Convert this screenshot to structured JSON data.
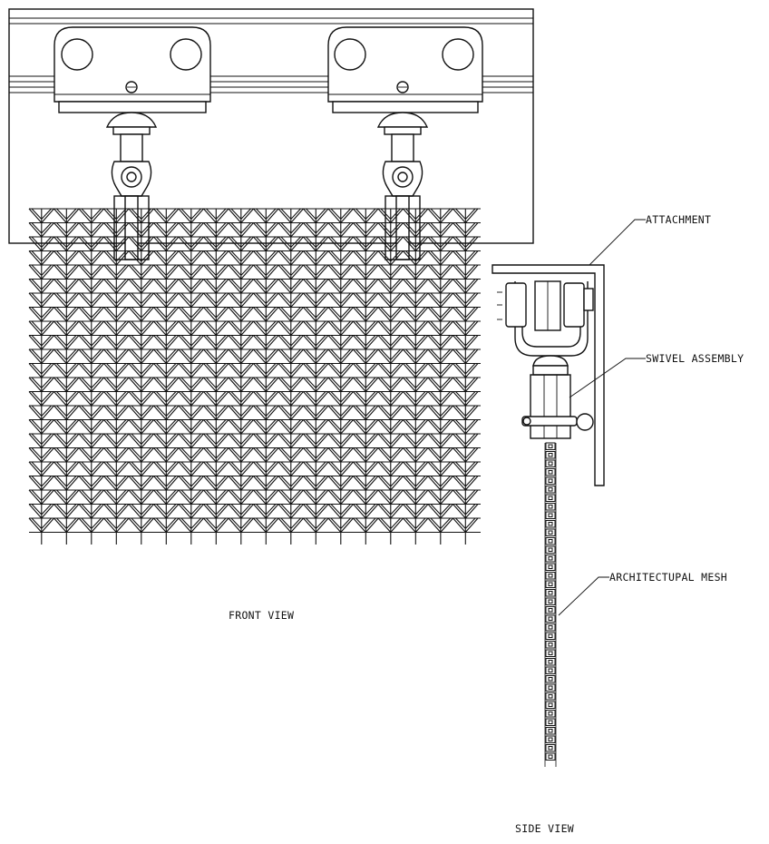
{
  "labels": {
    "attachment": "ATTACHMENT",
    "swivel_assembly": "SWIVEL ASSEMBLY",
    "architectural_mesh": "ARCHITECTUPAL MESH",
    "front_view": "FRONT VIEW",
    "side_view": "SIDE VIEW"
  },
  "colors": {
    "line": "#111111",
    "background": "#ffffff"
  }
}
